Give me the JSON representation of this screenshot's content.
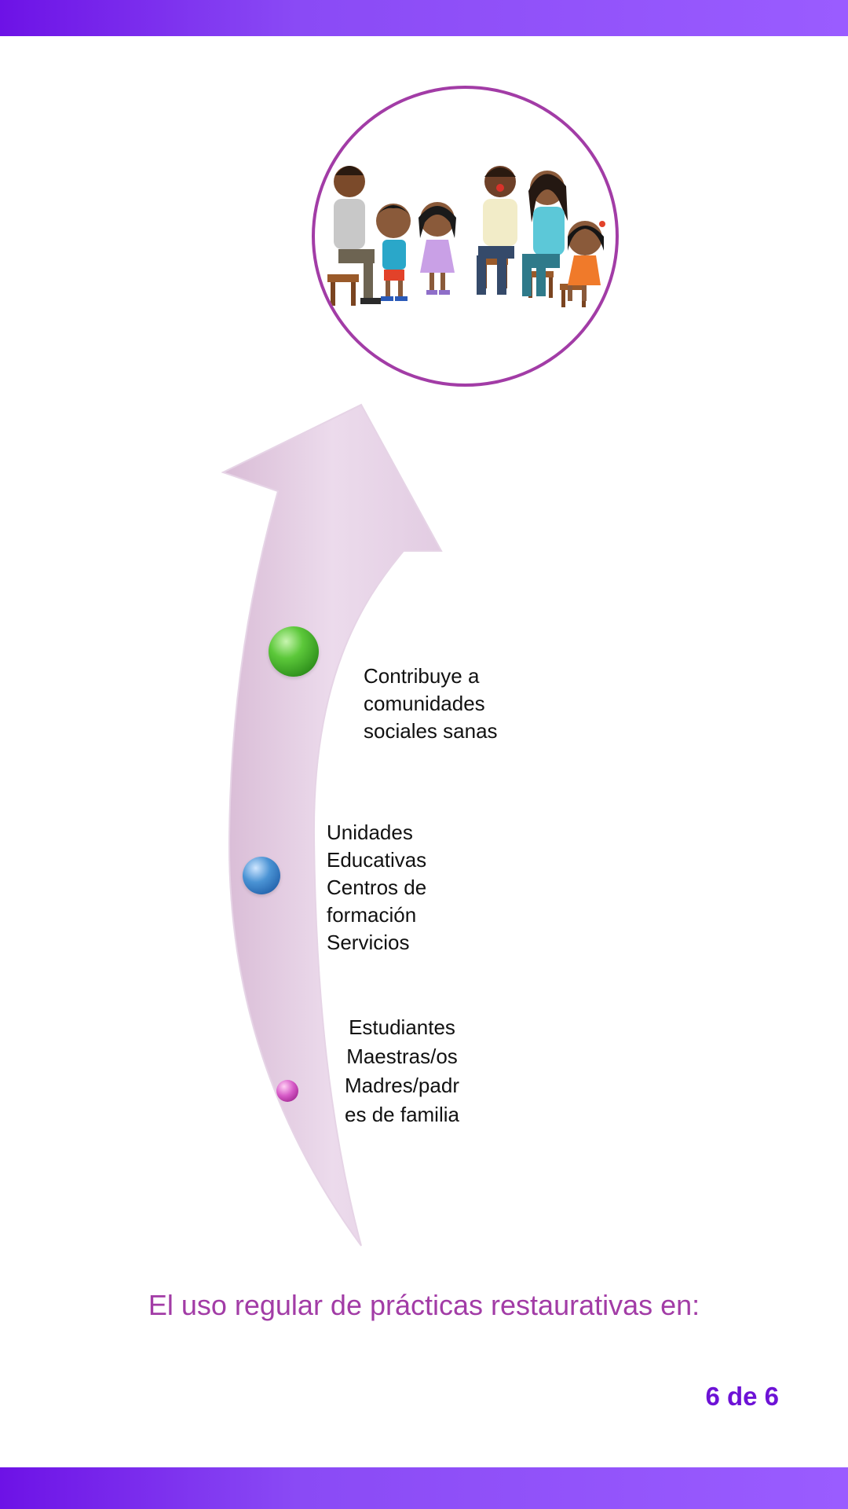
{
  "colors": {
    "header_bar": "#7a2ff0",
    "accent": "#a23ca6",
    "page_counter": "#6d12d6",
    "arrow_fill": "#e8d6e8",
    "bullet_1": "#3fae25",
    "bullet_2": "#2f7ac3",
    "bullet_3": "#c23cb0"
  },
  "illustration": {
    "icon": "family-seated-circle-illustration"
  },
  "steps": [
    {
      "label": "Contribuye a\ncomunidades\nsociales sanas",
      "icon": "green-sphere-icon"
    },
    {
      "label": "Unidades\nEducativas\nCentros de\nformación\nServicios",
      "icon": "blue-sphere-icon"
    },
    {
      "label": "Estudiantes\nMaestras/os\nMadres/padr\nes de familia",
      "icon": "magenta-sphere-icon"
    }
  ],
  "caption": "El uso regular de prácticas restaurativas en:",
  "page_counter": "6 de 6"
}
